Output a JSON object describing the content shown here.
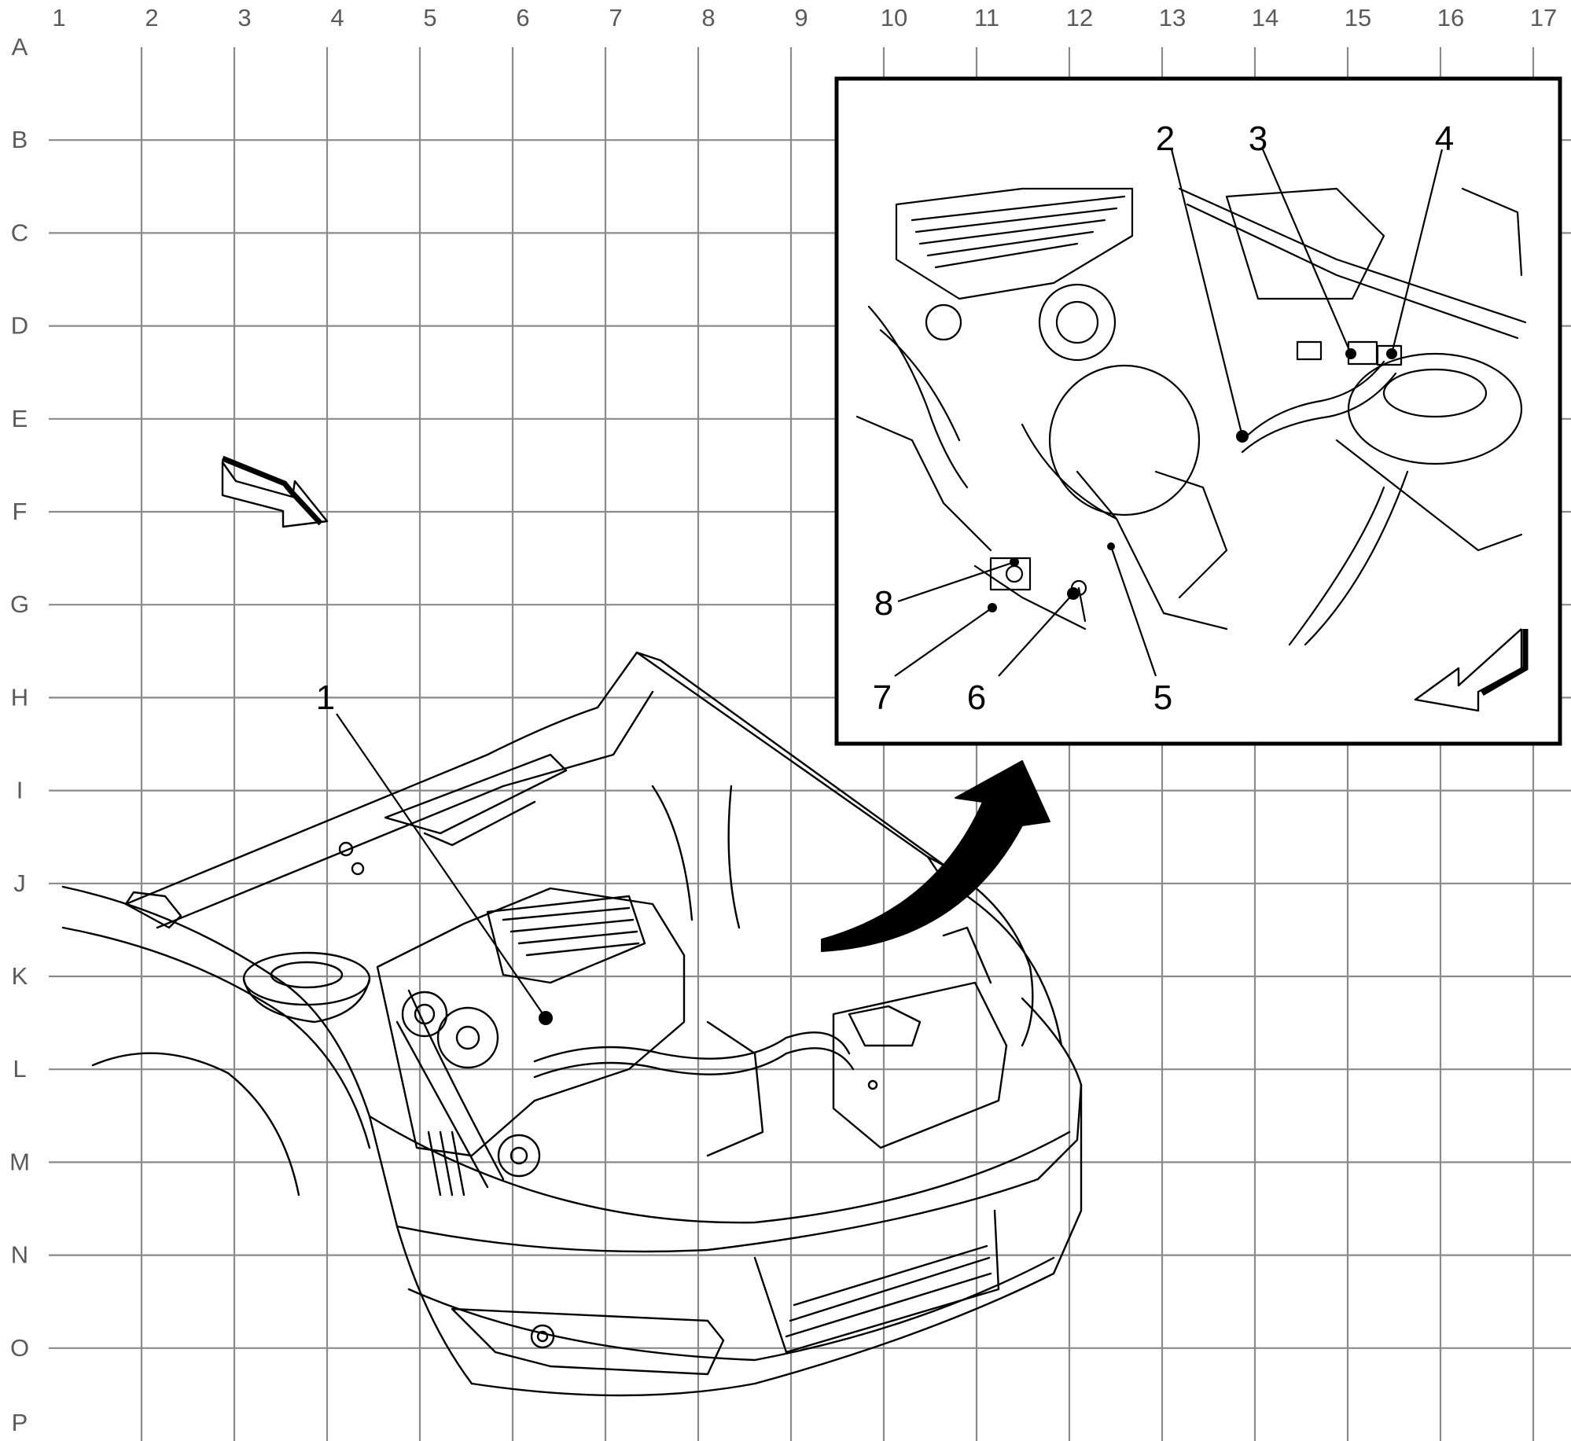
{
  "grid": {
    "columns": [
      "1",
      "2",
      "3",
      "4",
      "5",
      "6",
      "7",
      "8",
      "9",
      "10",
      "11",
      "12",
      "13",
      "14",
      "15",
      "16",
      "17"
    ],
    "rows": [
      "A",
      "B",
      "C",
      "D",
      "E",
      "F",
      "G",
      "H",
      "I",
      "J",
      "K",
      "L",
      "M",
      "N",
      "O",
      "P"
    ]
  },
  "callouts": [
    {
      "label": "1"
    },
    {
      "label": "2"
    },
    {
      "label": "3"
    },
    {
      "label": "4"
    },
    {
      "label": "5"
    },
    {
      "label": "6"
    },
    {
      "label": "7"
    },
    {
      "label": "8"
    }
  ]
}
